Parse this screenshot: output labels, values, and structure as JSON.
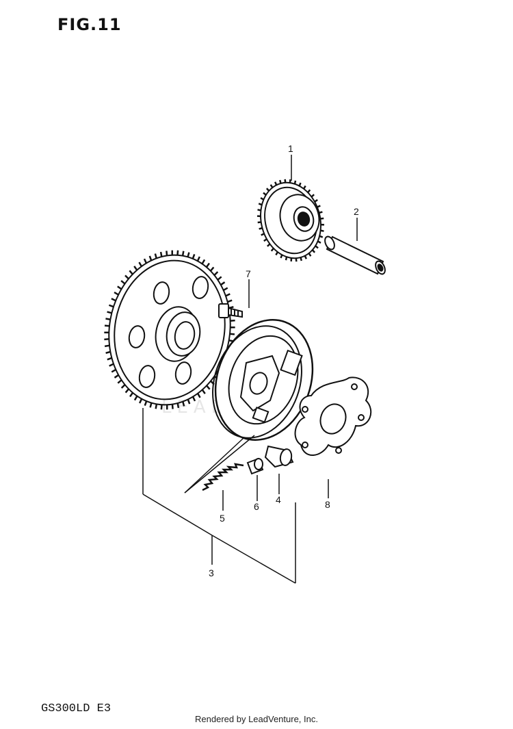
{
  "figure_title": "FIG.11",
  "model_code": "GS300LD E3",
  "credit": "Rendered by LeadVenture, Inc.",
  "watermark": "LEADVENTURE",
  "callouts": [
    {
      "id": "1",
      "label": "1"
    },
    {
      "id": "2",
      "label": "2"
    },
    {
      "id": "3",
      "label": "3"
    },
    {
      "id": "4",
      "label": "4"
    },
    {
      "id": "5",
      "label": "5"
    },
    {
      "id": "6",
      "label": "6"
    },
    {
      "id": "7",
      "label": "7"
    },
    {
      "id": "8",
      "label": "8"
    }
  ]
}
